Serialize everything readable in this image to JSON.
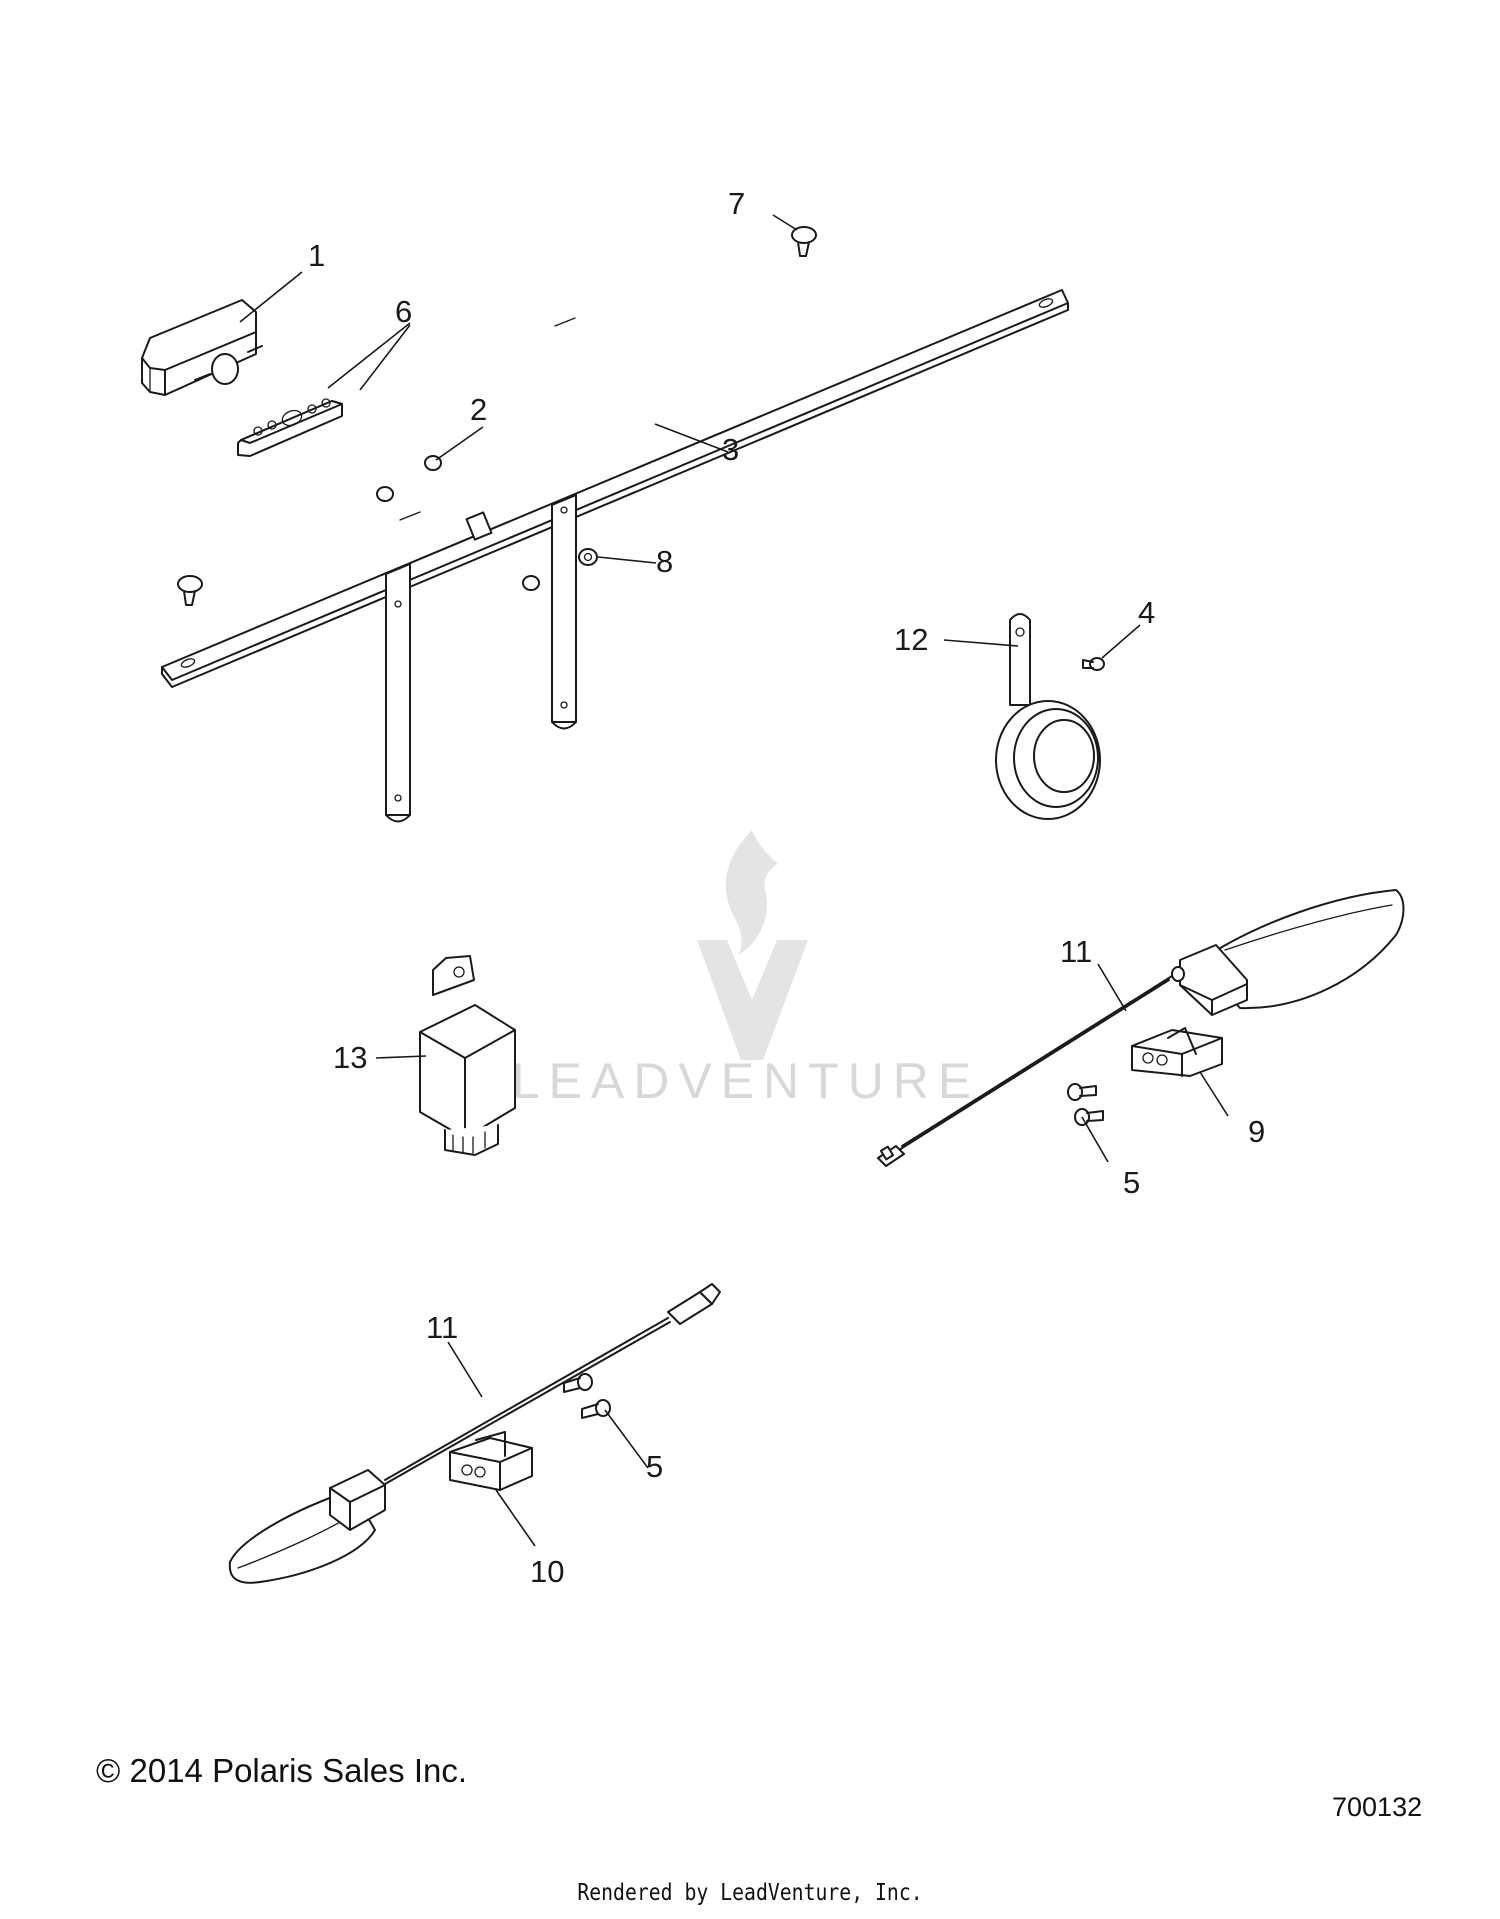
{
  "callouts": {
    "c1": "1",
    "c2": "2",
    "c3": "3",
    "c4": "4",
    "c5a": "5",
    "c5b": "5",
    "c6": "6",
    "c7": "7",
    "c8": "8",
    "c9": "9",
    "c10": "10",
    "c11a": "11",
    "c11b": "11",
    "c12": "12",
    "c13": "13"
  },
  "watermark": {
    "text": "LEADVENTURE"
  },
  "footer": {
    "copyright": "© 2014 Polaris Sales Inc.",
    "diagram_number": "700132",
    "rendered_by": "Rendered by LeadVenture, Inc."
  },
  "icons": {
    "watermark_logo": "flame-v-logo-icon"
  }
}
